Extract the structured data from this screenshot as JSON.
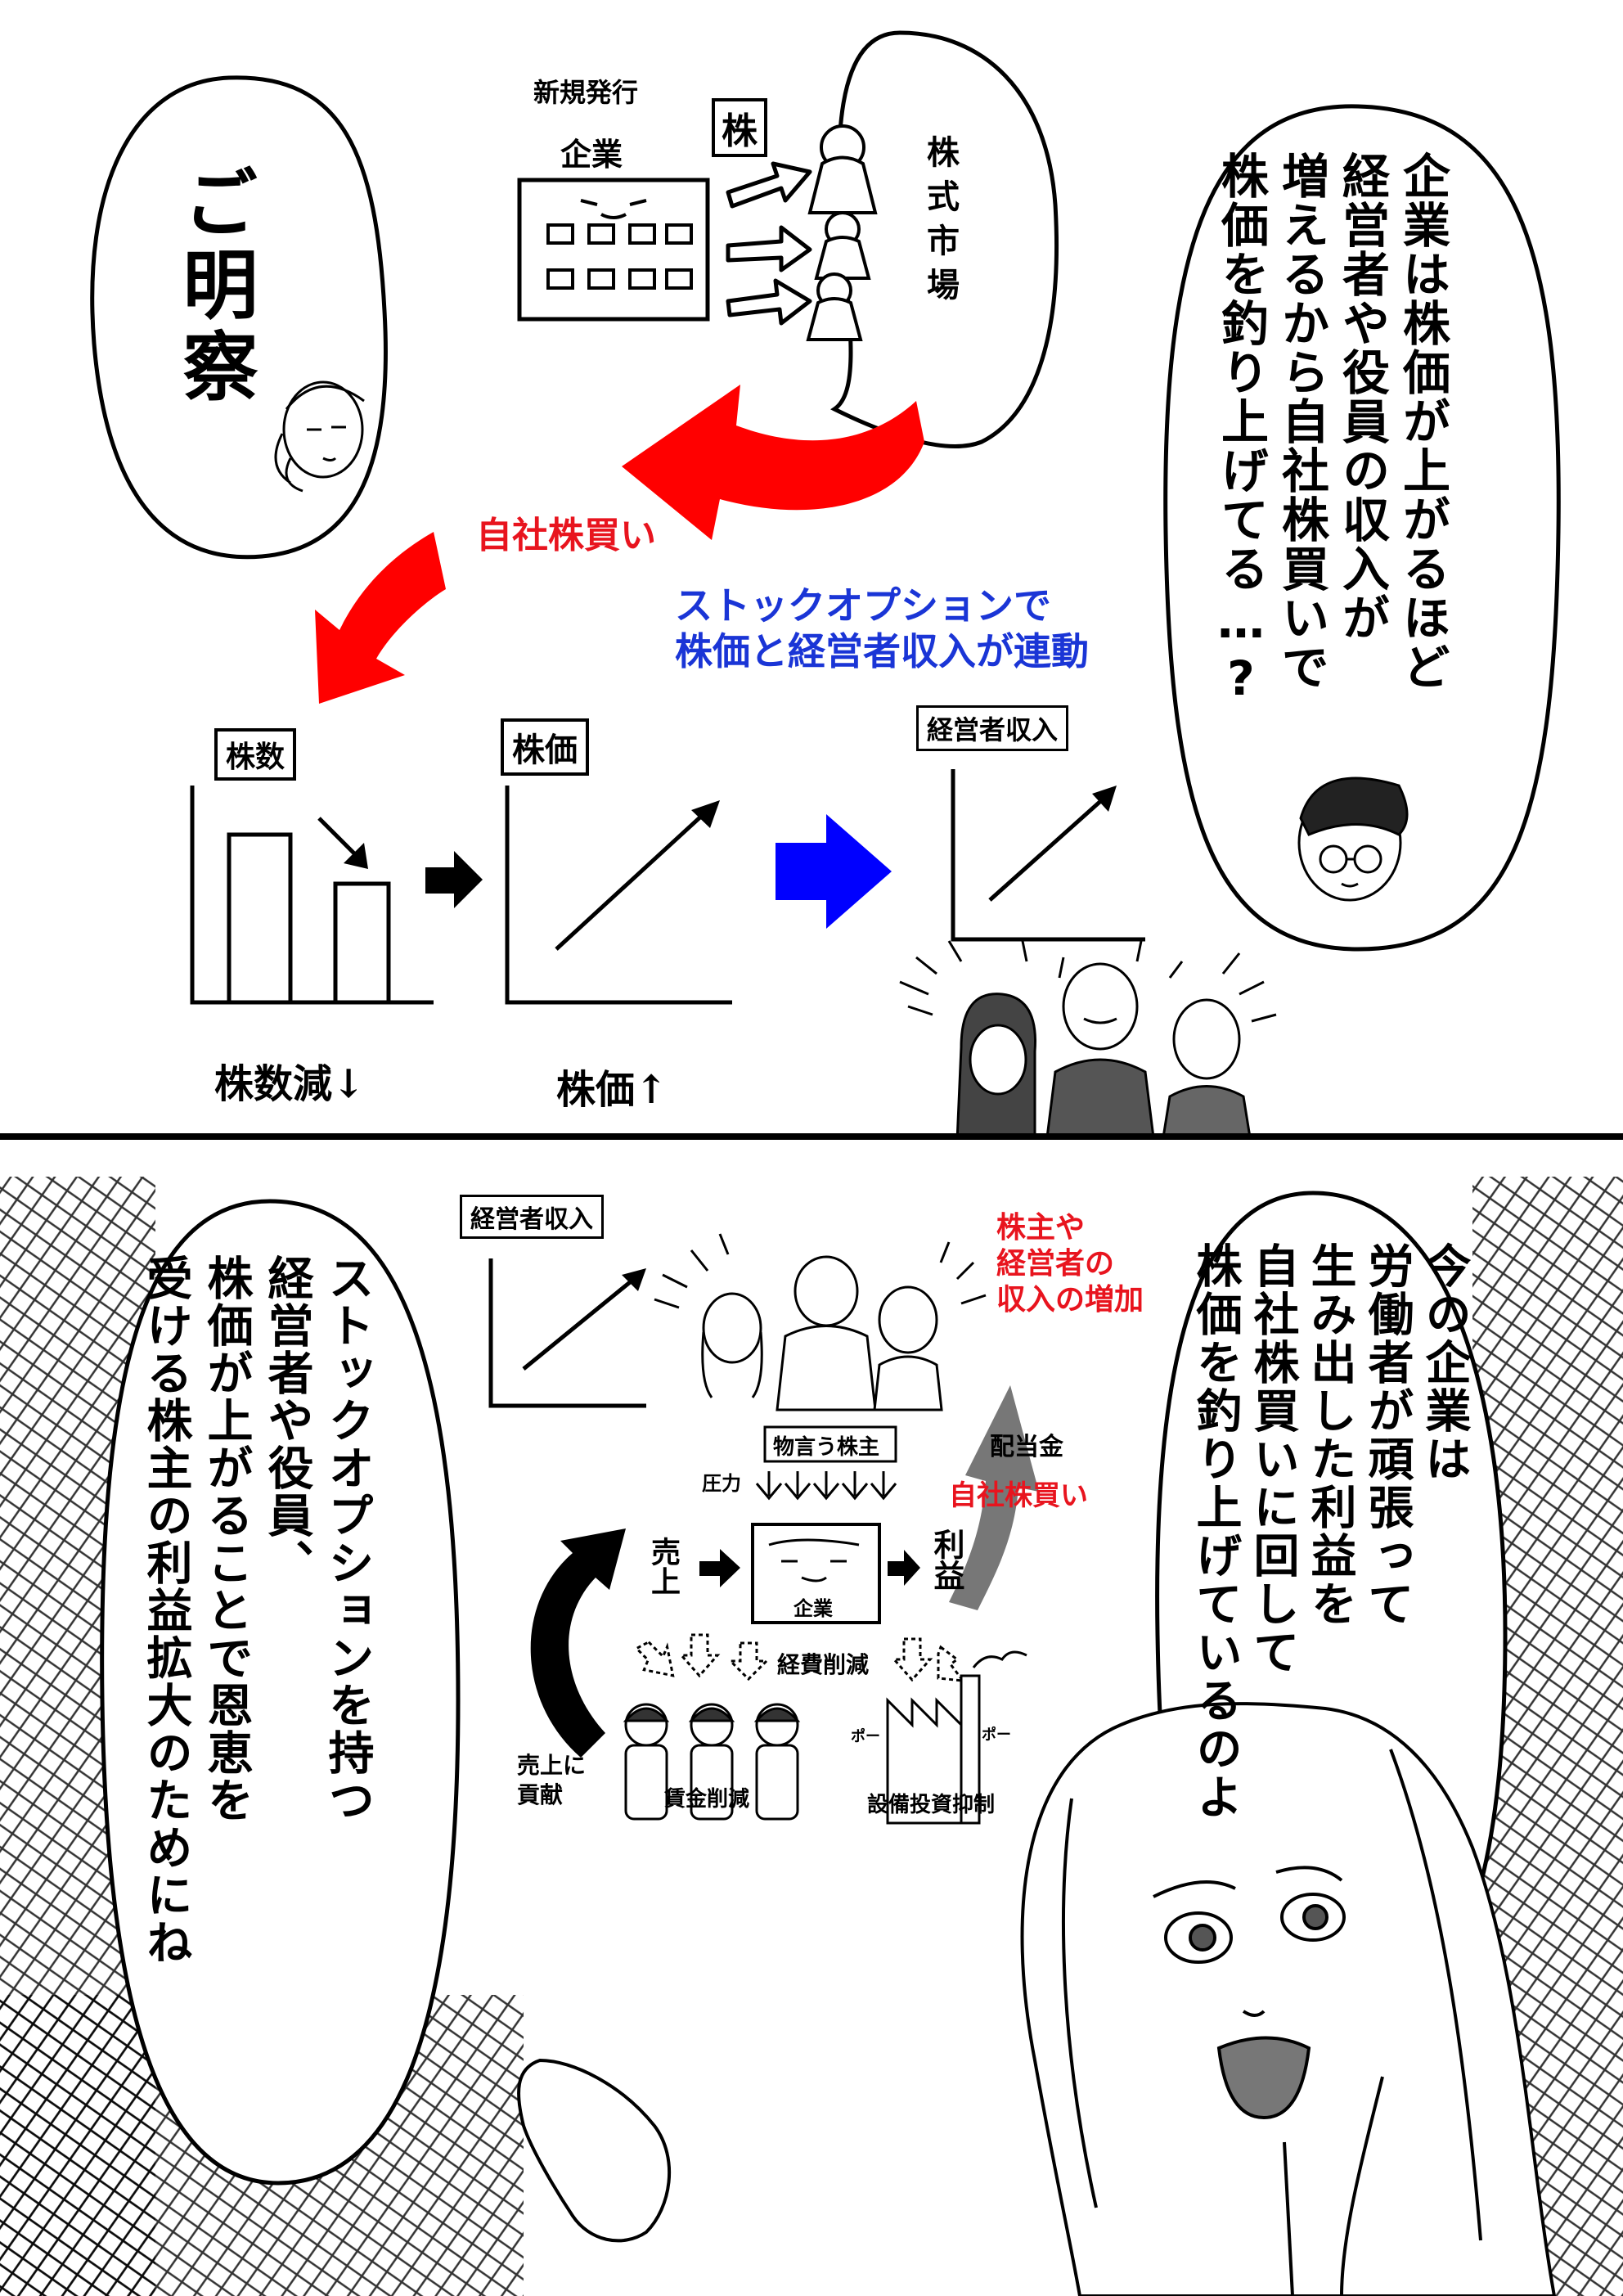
{
  "panel1": {
    "new_issue": "新規発行",
    "company": "企業",
    "stock_tag": "株",
    "market": "株式市場",
    "buyback_label": "自社株買い",
    "so_line1": "ストックオプションで",
    "so_line2": "株価と経営者収入が連動",
    "chart1_tag": "株数",
    "chart2_tag": "株価",
    "chart3_tag": "経営者収入",
    "caption1": "株数減↓",
    "caption2": "株価↑",
    "bubble_left": "ご明察",
    "bubble_right": "企業は株価が上がるほど\n経営者や役員の収入が\n増えるから自社株買いで\n株価を釣り上げてる…?"
  },
  "panel2": {
    "bubble_left": "ストックオプションを持つ\n経営者や役員、\n株価が上がることで恩恵を\n受ける株主の利益拡大のためにね",
    "bubble_right": "今の企業は\n労働者が頑張って\n生み出した利益を\n自社株買いに回して\n株価を釣り上げているのよ",
    "chart_tag": "経営者収入",
    "increase_l1": "株主や",
    "increase_l2": "経営者の",
    "increase_l3": "収入の増加",
    "dividend": "配当金",
    "buyback": "自社株買い",
    "activist": "物言う株主",
    "pressure": "圧力",
    "sales": "売上",
    "profit": "利益",
    "company": "企業",
    "cost_cut": "経費削減",
    "contrib_l1": "売上に",
    "contrib_l2": "貢献",
    "wage_cut": "賃金削減",
    "capex_cut": "設備投資抑制",
    "puff": "ポー"
  },
  "colors": {
    "ink": "#000000",
    "red": "#ff0000",
    "blue": "#0000ff",
    "blue_text": "#1a35d6",
    "red_text": "#e8141e"
  }
}
